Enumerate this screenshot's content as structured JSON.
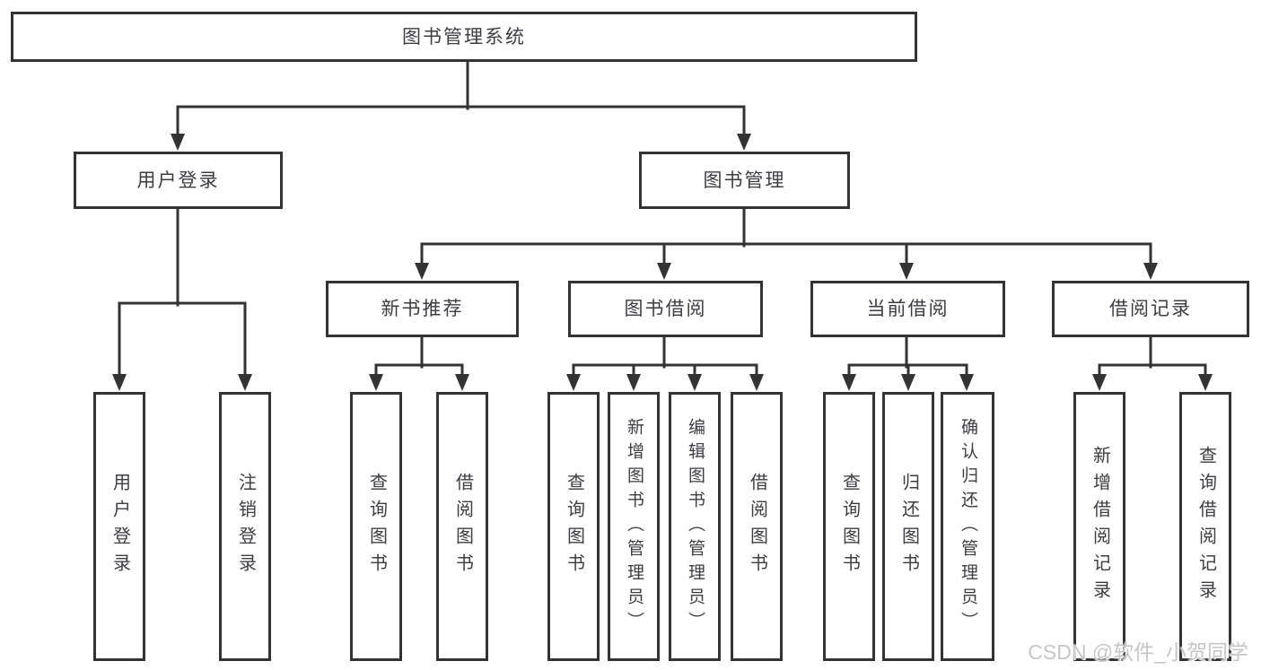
{
  "tree": {
    "label": "图书管理系统",
    "children": [
      {
        "label": "用户登录",
        "children": [
          {
            "label": "用户登录"
          },
          {
            "label": "注销登录"
          }
        ]
      },
      {
        "label": "图书管理",
        "children": [
          {
            "label": "新书推荐",
            "children": [
              {
                "label": "查询图书"
              },
              {
                "label": "借阅图书"
              }
            ]
          },
          {
            "label": "图书借阅",
            "children": [
              {
                "label": "查询图书"
              },
              {
                "label": "新增图书（管理员）"
              },
              {
                "label": "编辑图书（管理员）"
              },
              {
                "label": "借阅图书"
              }
            ]
          },
          {
            "label": "当前借阅",
            "children": [
              {
                "label": "查询图书"
              },
              {
                "label": "归还图书"
              },
              {
                "label": "确认归还（管理员）"
              }
            ]
          },
          {
            "label": "借阅记录",
            "children": [
              {
                "label": "新增借阅记录"
              },
              {
                "label": "查询借阅记录"
              }
            ]
          }
        ]
      }
    ]
  },
  "watermark": {
    "text": "CSDN @软件_小贺同学"
  },
  "colors": {
    "line": "#333333",
    "text": "#3d3d42",
    "background": "#ffffff",
    "watermark": "#c6c6c6"
  }
}
